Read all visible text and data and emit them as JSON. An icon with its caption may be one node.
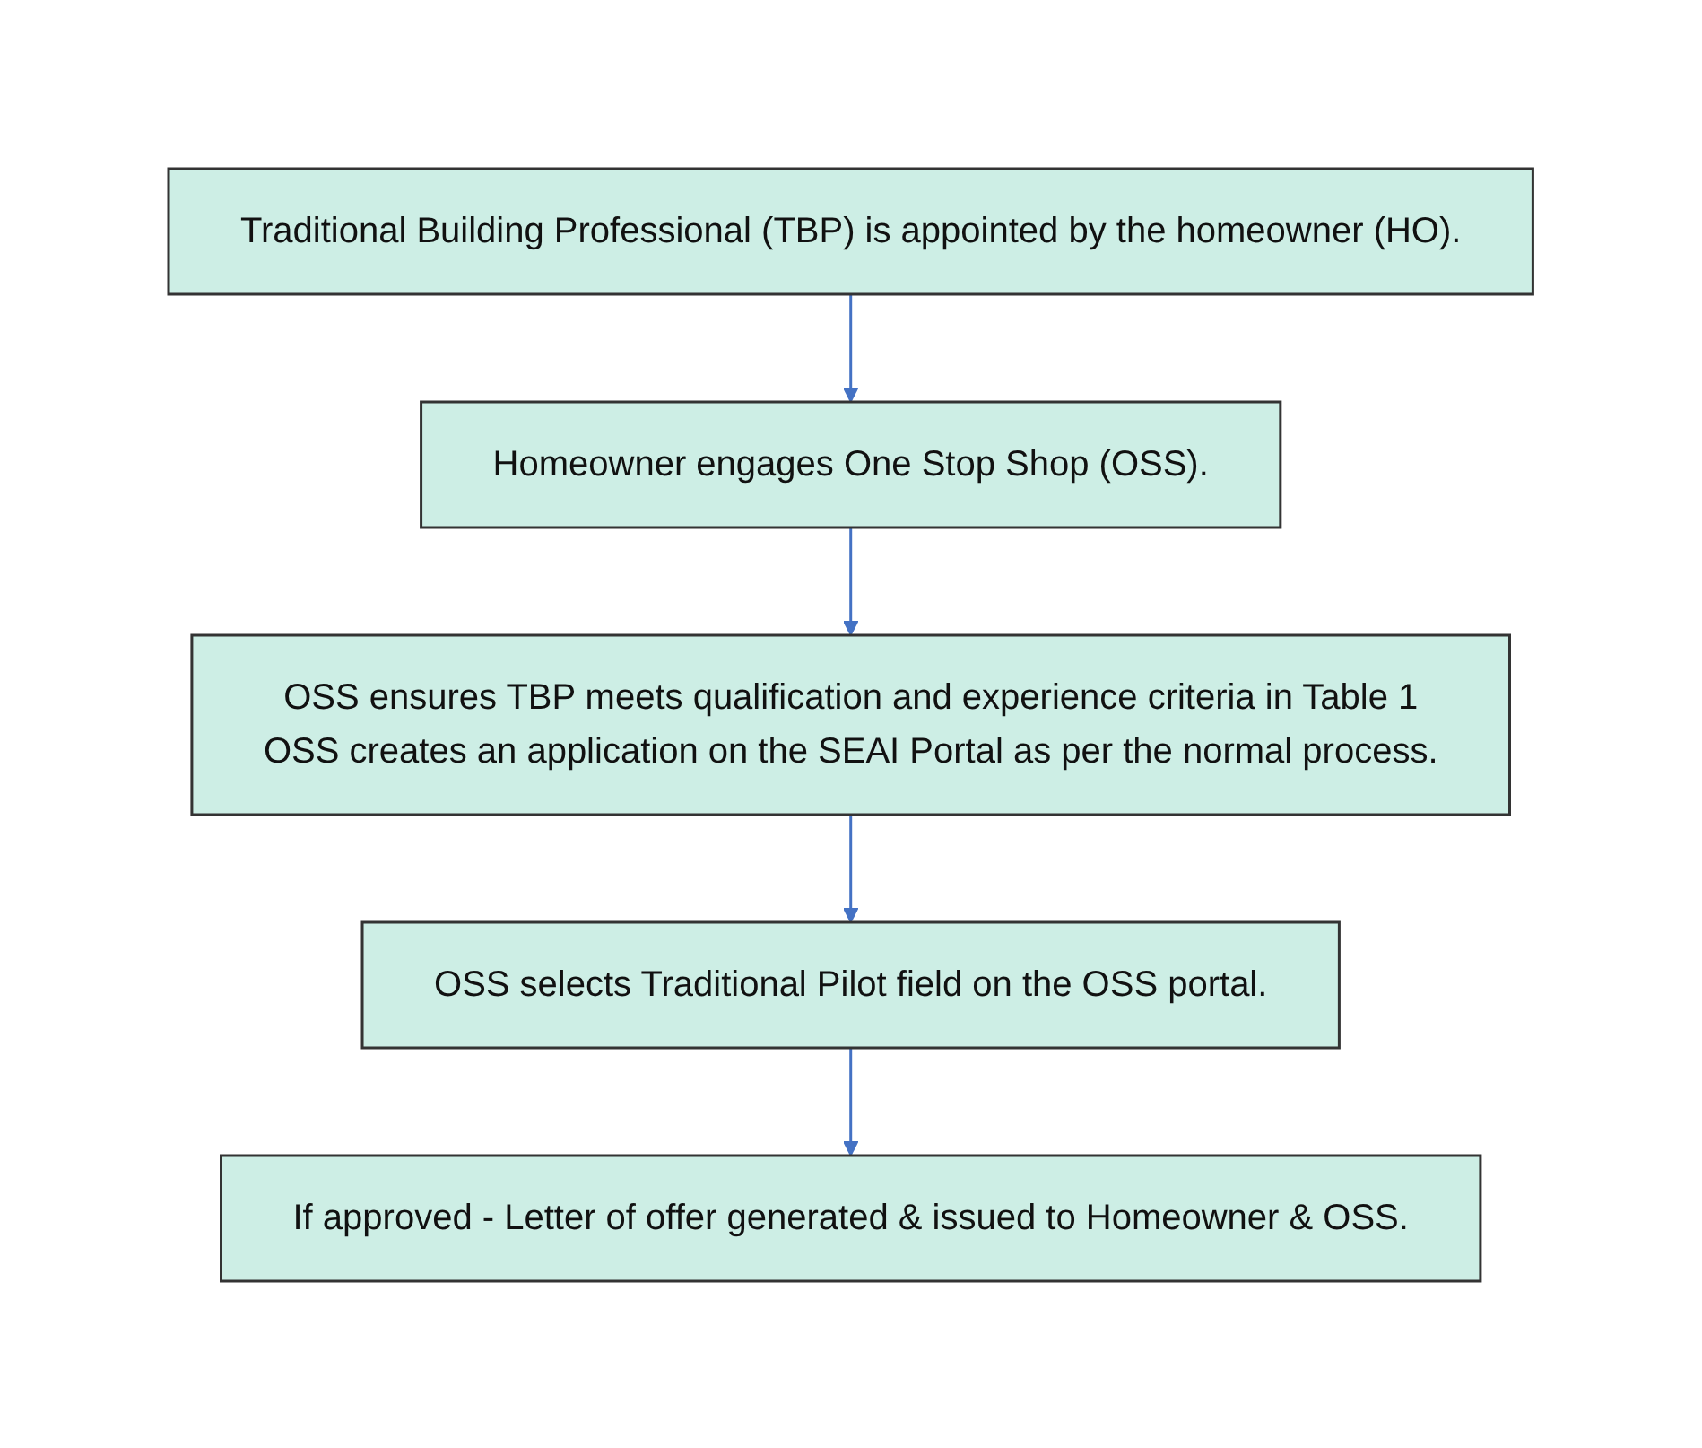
{
  "diagram": {
    "nodes": [
      {
        "text": [
          "Traditional Building Professional (TBP) is appointed by the homeowner (HO)."
        ]
      },
      {
        "text": [
          "Homeowner engages One Stop Shop (OSS)."
        ]
      },
      {
        "text": [
          "OSS ensures TBP meets qualification and experience criteria in Table 1",
          "OSS creates an application on the SEAI Portal as per the normal process."
        ]
      },
      {
        "text": [
          "OSS selects Traditional Pilot field on the OSS portal."
        ]
      },
      {
        "text": [
          "If approved - Letter of offer generated & issued to Homeowner & OSS."
        ]
      }
    ],
    "edges": [
      {
        "from": 0,
        "to": 1,
        "arrow": "to"
      },
      {
        "from": 1,
        "to": 2,
        "arrow": "to"
      },
      {
        "from": 2,
        "to": 3,
        "arrow": "to"
      },
      {
        "from": 3,
        "to": 4,
        "arrow": "to"
      }
    ]
  }
}
